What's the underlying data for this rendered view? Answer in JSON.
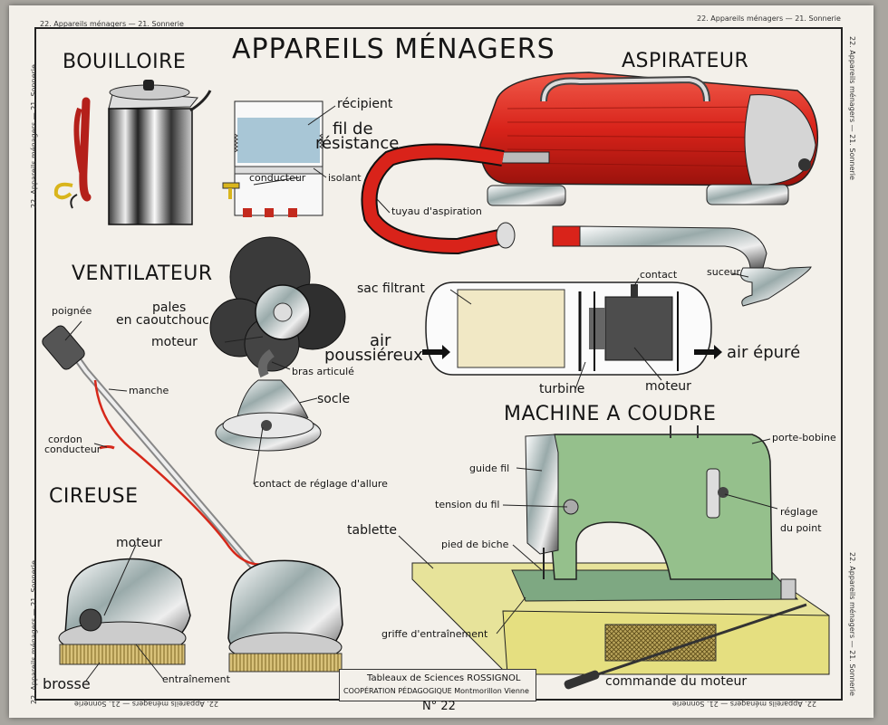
{
  "poster": {
    "title": "APPAREILS MÉNAGERS",
    "number": "N° 22",
    "margin_label_top_left": "22. Appareils ménagers — 21. Sonnerie",
    "margin_label_top_right": "22. Appareils ménagers — 21. Sonnerie",
    "margin_label_left_upper": "22. Appareils ménagers — 21. Sonnerie",
    "margin_label_left_lower": "22. Appareils ménagers — 21. Sonnerie",
    "margin_label_right_upper": "22. Appareils ménagers — 21. Sonnerie",
    "margin_label_right_lower": "22. Appareils ménagers — 21. Sonnerie",
    "margin_label_bottom_left": "22. Appareils ménagers — 21. Sonnerie",
    "margin_label_bottom_right": "22. Appareils ménagers — 21. Sonnerie",
    "credit_line1": "Tableaux de Sciences ROSSIGNOL",
    "credit_line2": "COOPÉRATION PÉDAGOGIQUE Montmorillon Vienne"
  },
  "bouilloire": {
    "title": "BOUILLOIRE",
    "labels": {
      "recipient": "récipient",
      "fil_1": "fil de",
      "fil_2": "résistance",
      "conducteur": "conducteur",
      "isolant": "isolant"
    }
  },
  "aspirateur": {
    "title": "ASPIRATEUR",
    "labels": {
      "tuyau": "tuyau d'aspiration",
      "suceur": "suceur",
      "contact": "contact",
      "sac": "sac filtrant",
      "air_in_1": "air",
      "air_in_2": "poussiéreux",
      "air_out": "air épuré",
      "turbine": "turbine",
      "moteur": "moteur"
    }
  },
  "ventilateur": {
    "title": "VENTILATEUR",
    "labels": {
      "pales_1": "pales",
      "pales_2": "en caoutchouc",
      "moteur": "moteur",
      "bras": "bras articulé",
      "socle": "socle",
      "contact": "contact de réglage d'allure"
    }
  },
  "cireuse": {
    "title": "CIREUSE",
    "labels": {
      "poignee": "poignée",
      "manche": "manche",
      "cordon_1": "cordon",
      "cordon_2": "conducteur",
      "moteur": "moteur",
      "brosse": "brosse",
      "entrainement": "entraînement"
    }
  },
  "machine": {
    "title": "MACHINE A COUDRE",
    "labels": {
      "porte_bobine": "porte-bobine",
      "guide_fil": "guide fil",
      "tension": "tension du fil",
      "reglage_1": "réglage",
      "reglage_2": "du point",
      "tablette": "tablette",
      "pied": "pied de biche",
      "griffe": "griffe d'entraînement",
      "commande": "commande du moteur"
    }
  }
}
